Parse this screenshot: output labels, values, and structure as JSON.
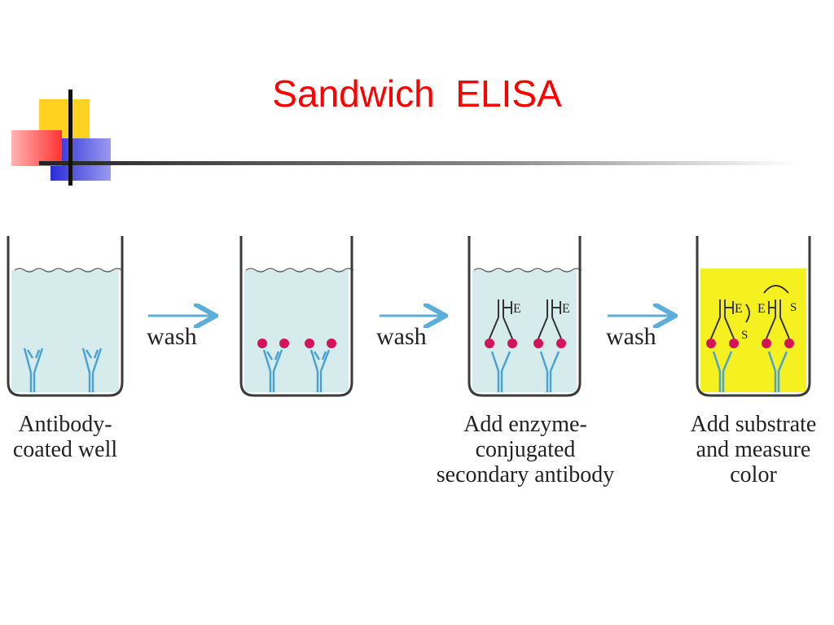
{
  "slide": {
    "title": "Sandwich  ELISA"
  },
  "steps": [
    {
      "id": "well-1",
      "caption": "Antibody-\ncoated well",
      "liquid_color": "#d6ecec"
    },
    {
      "id": "well-2",
      "caption": "",
      "liquid_color": "#d6ecec"
    },
    {
      "id": "well-3",
      "caption": "Add enzyme-\nconjugated\nsecondary antibody",
      "liquid_color": "#d6ecec"
    },
    {
      "id": "well-4",
      "caption": "Add substrate\nand measure\ncolor",
      "liquid_color": "#f5f020"
    }
  ],
  "arrows": [
    {
      "label": "wash"
    },
    {
      "label": "wash"
    },
    {
      "label": "wash"
    }
  ],
  "glyphs": {
    "enzyme": "E",
    "substrate": "S"
  },
  "colors": {
    "title": "#ff0000",
    "antibody": "#4aa3d4",
    "antigen": "#d4145a",
    "arrow": "#5aaed8",
    "well_wall": "#3a3a3a"
  }
}
